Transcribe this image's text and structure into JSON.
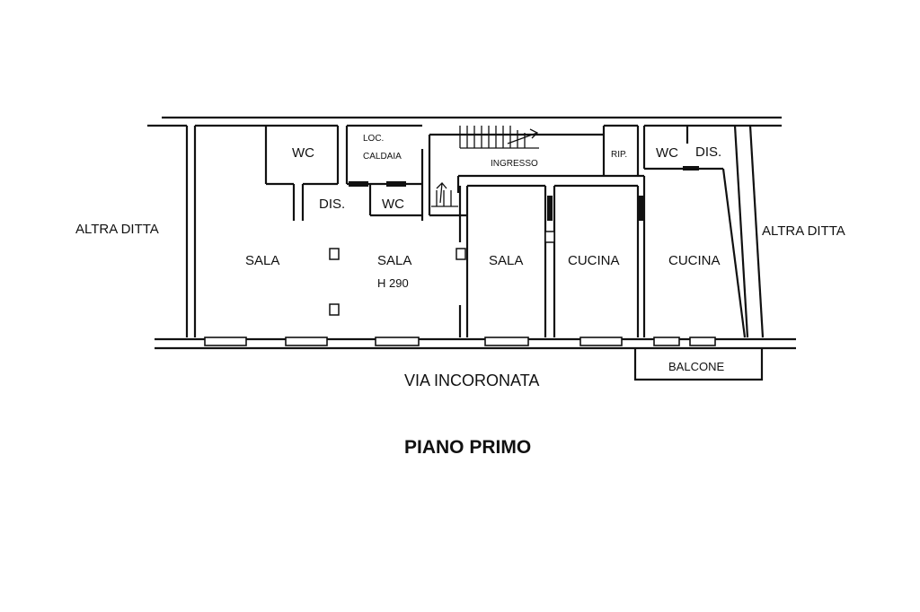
{
  "drawing": {
    "title": "PIANO PRIMO",
    "street": "VIA INCORONATA",
    "neighbors": {
      "left": "ALTRA DITTA",
      "right": "ALTRA DITTA"
    },
    "rooms": {
      "wc_left": "WC",
      "boiler_room_line1": "LOC.",
      "boiler_room_line2": "CALDAIA",
      "entrance": "INGRESSO",
      "storage": "RIP.",
      "wc_right": "WC",
      "hallway_right": "DIS.",
      "hallway_left": "DIS.",
      "wc_center": "WC",
      "hall_left": "SALA",
      "hall_center": "SALA",
      "hall_center_height": "H 290",
      "hall_right": "SALA",
      "kitchen_left": "CUCINA",
      "kitchen_right": "CUCINA",
      "balcony": "BALCONE"
    },
    "icons": [
      "stair-arrow-icon",
      "pillar-icon",
      "window-icon"
    ]
  }
}
